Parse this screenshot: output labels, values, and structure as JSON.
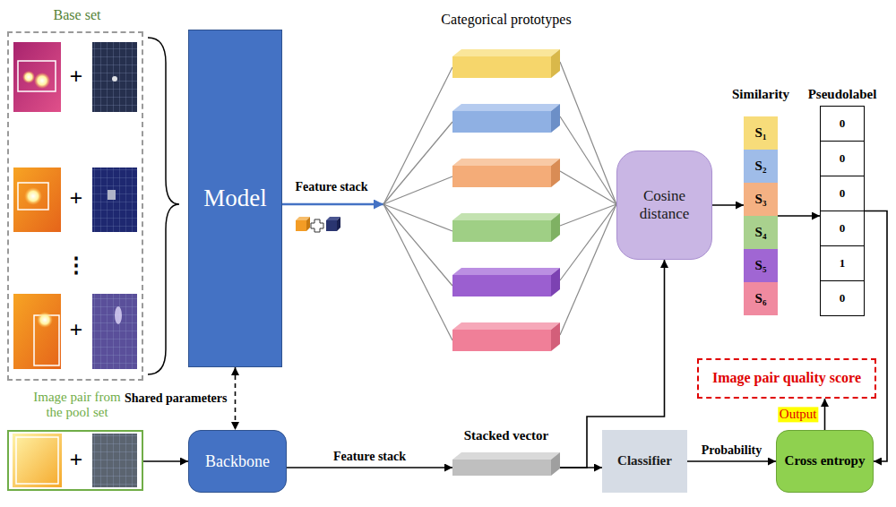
{
  "diagram": {
    "nodes": [
      {
        "text": [
          "Base set"
        ]
      },
      {
        "text": [
          "Model"
        ]
      },
      {
        "text": [
          "Cosine distance"
        ]
      },
      {
        "text": [
          "Similarity"
        ]
      },
      {
        "text": [
          "S₁"
        ],
        "in": 3
      },
      {
        "text": [
          "S₂"
        ],
        "in": 3
      },
      {
        "text": [
          "S₃"
        ],
        "in": 3
      },
      {
        "text": [
          "S₄"
        ],
        "in": 3
      },
      {
        "text": [
          "S₅"
        ],
        "in": 3
      },
      {
        "text": [
          "S₆"
        ],
        "in": 3
      },
      {
        "text": [
          "Pseudolabel"
        ]
      },
      {
        "text": [
          "0"
        ],
        "in": 10
      },
      {
        "text": [
          "0"
        ],
        "in": 10
      },
      {
        "text": [
          "0"
        ],
        "in": 10
      },
      {
        "text": [
          "0"
        ],
        "in": 10
      },
      {
        "text": [
          "1"
        ],
        "in": 10
      },
      {
        "text": [
          "0"
        ],
        "in": 10
      },
      {
        "text": [
          "Image pair quality score"
        ]
      },
      {
        "text": [
          "Image pair from the pool set"
        ]
      },
      {
        "text": [
          "Backbone"
        ]
      },
      {
        "text": [
          "Stacked vector"
        ]
      },
      {
        "text": [
          "Classifier"
        ]
      },
      {
        "text": [
          "Cross entropy"
        ]
      }
    ],
    "edges": [
      {
        "from": 18,
        "to": 19,
        "arrow": "to"
      },
      {
        "from": 1,
        "to": 19,
        "label": "Shared parameters",
        "arrow": "both"
      },
      {
        "from": 19,
        "to": 20,
        "label": "Feature stack",
        "arrow": "to"
      },
      {
        "from": 20,
        "to": 2,
        "arrow": "to"
      },
      {
        "from": 20,
        "to": 21,
        "arrow": "to"
      },
      {
        "from": 21,
        "to": 22,
        "label": "Probability",
        "arrow": "to"
      },
      {
        "from": 22,
        "to": 17,
        "label": "Output",
        "arrow": "to"
      },
      {
        "from": 2,
        "to": 3,
        "arrow": "to"
      },
      {
        "from": 3,
        "to": 10,
        "arrow": "to"
      },
      {
        "from": 10,
        "to": 22,
        "arrow": "to"
      }
    ],
    "labels": [
      "Categorical prototypes",
      "Feature stack",
      "+",
      "+",
      "⋮",
      "+",
      "+"
    ]
  }
}
